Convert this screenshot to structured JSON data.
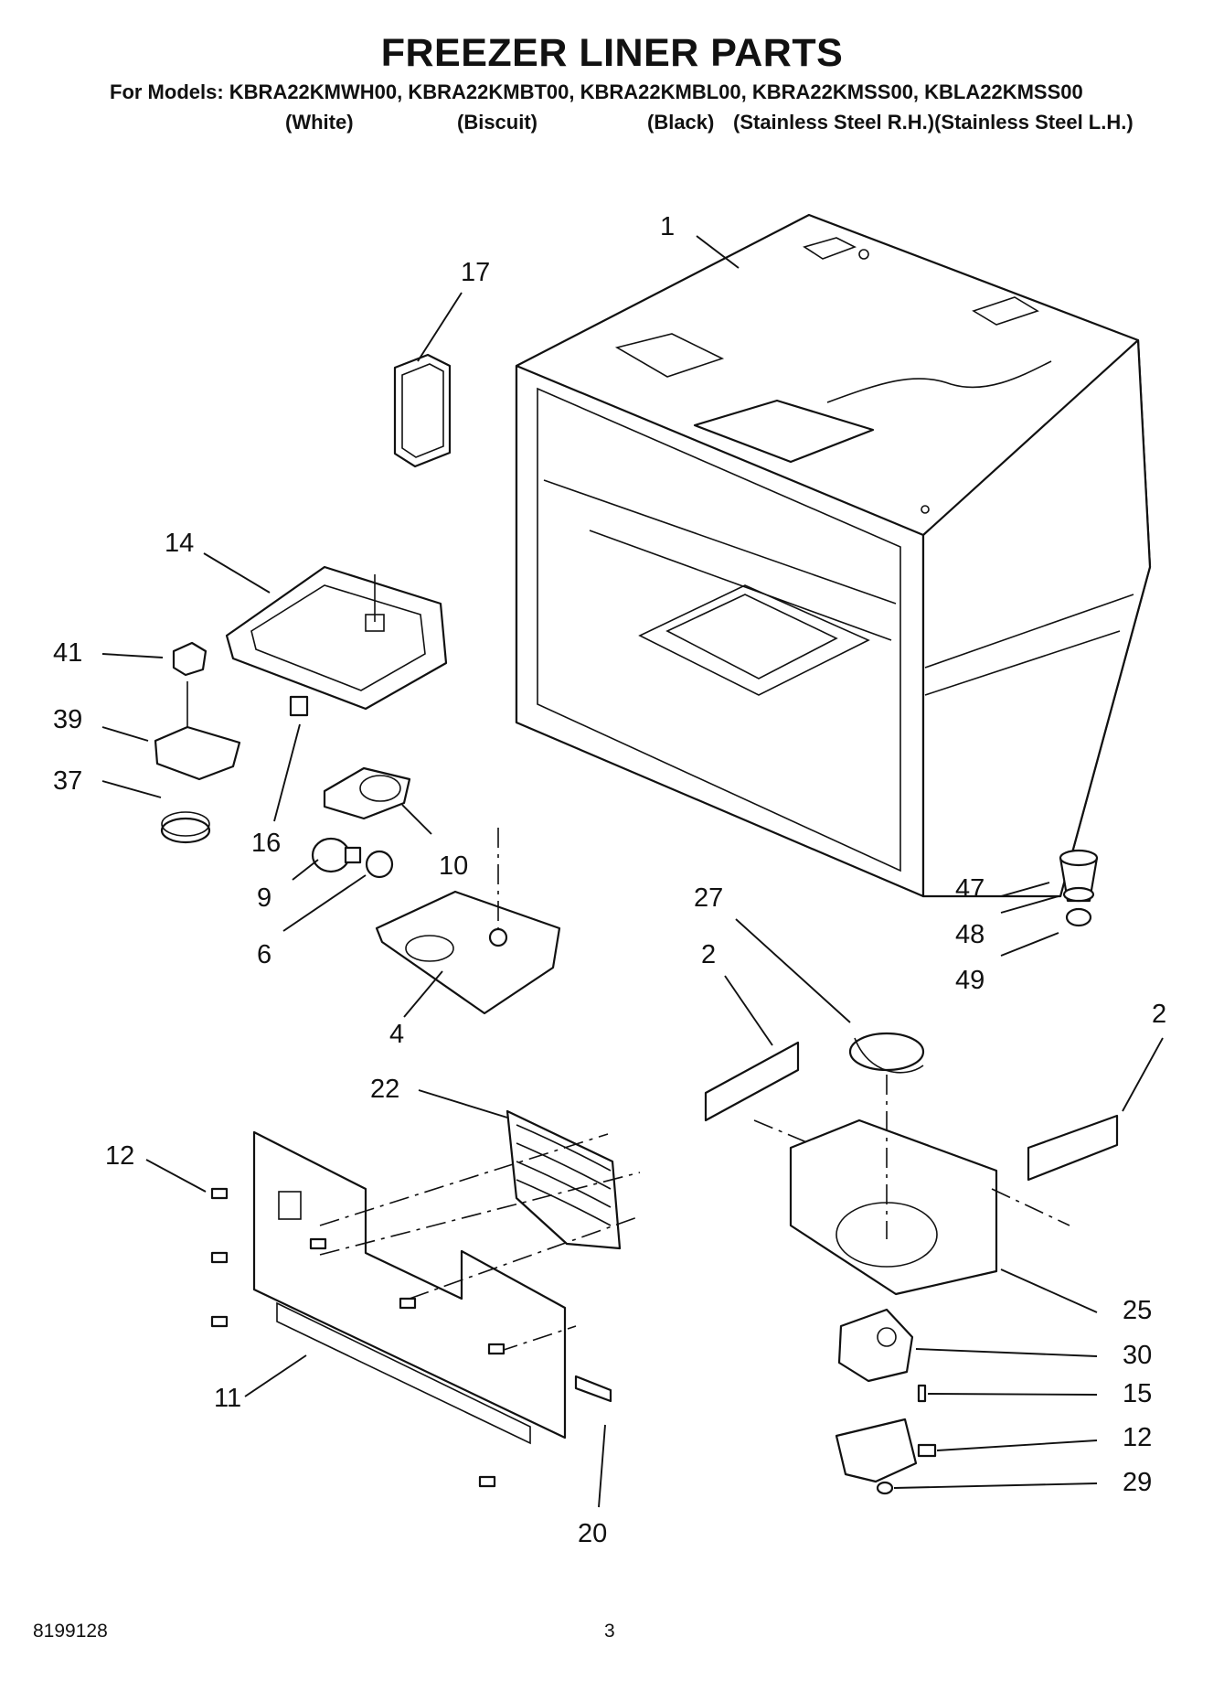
{
  "header": {
    "title": "FREEZER LINER PARTS",
    "models_line": "For Models: KBRA22KMWH00, KBRA22KMBT00, KBRA22KMBL00, KBRA22KMSS00, KBLA22KMSS00",
    "model_colors": [
      "(White)",
      "(Biscuit)",
      "(Black)",
      "(Stainless Steel R.H.)(Stainless Steel L.H.)"
    ]
  },
  "callouts": {
    "c1": "1",
    "c17": "17",
    "c14": "14",
    "c41": "41",
    "c39": "39",
    "c37": "37",
    "c16": "16",
    "c10": "10",
    "c9": "9",
    "c6": "6",
    "c4": "4",
    "c47": "47",
    "c48": "48",
    "c49": "49",
    "c27": "27",
    "c2a": "2",
    "c2b": "2",
    "c22": "22",
    "c12a": "12",
    "c11": "11",
    "c20": "20",
    "c25": "25",
    "c30": "30",
    "c15": "15",
    "c12b": "12",
    "c29": "29"
  },
  "footer": {
    "doc_number": "8199128",
    "page_number": "3"
  }
}
